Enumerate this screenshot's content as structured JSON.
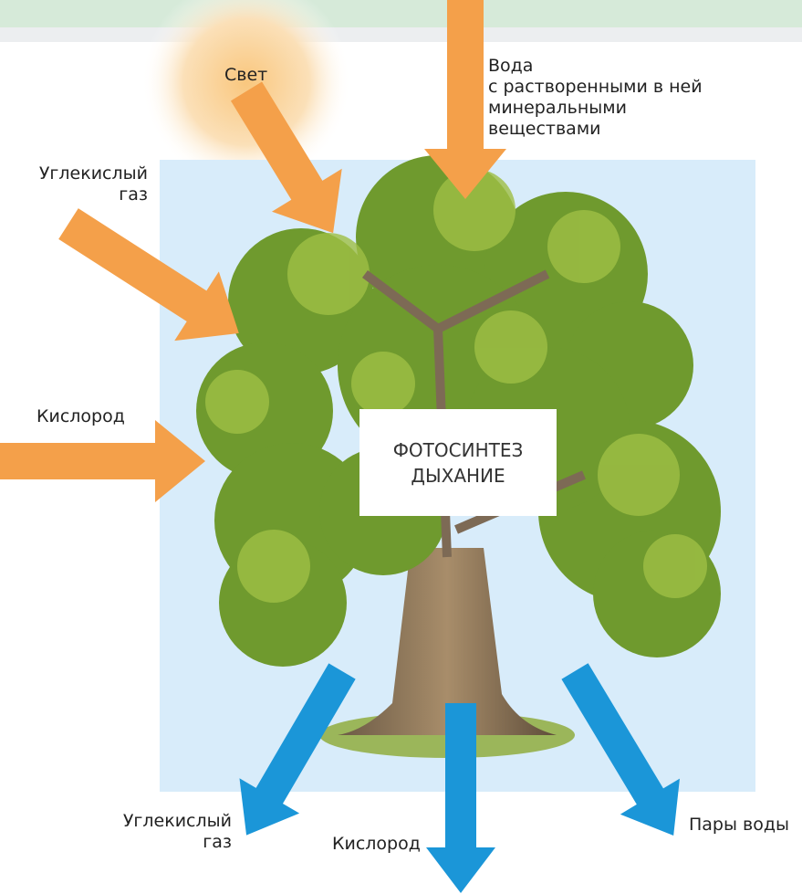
{
  "inputs": {
    "light": "Свет",
    "water_line1": "Вода",
    "water_line2": "с растворенными в ней",
    "water_line3": "минеральными",
    "water_line4": "веществами",
    "co2_line1": "Углекислый",
    "co2_line2": "газ",
    "oxygen": "Кислород"
  },
  "center": {
    "line1": "ФОТОСИНТЕЗ",
    "line2": "ДЫХАНИЕ"
  },
  "outputs": {
    "co2_line1": "Углекислый",
    "co2_line2": "газ",
    "oxygen": "Кислород",
    "vapor": "Пары воды"
  },
  "colors": {
    "input_arrow": "#f4a04a",
    "output_arrow": "#1b96d8",
    "background": "#d8ecfa"
  }
}
